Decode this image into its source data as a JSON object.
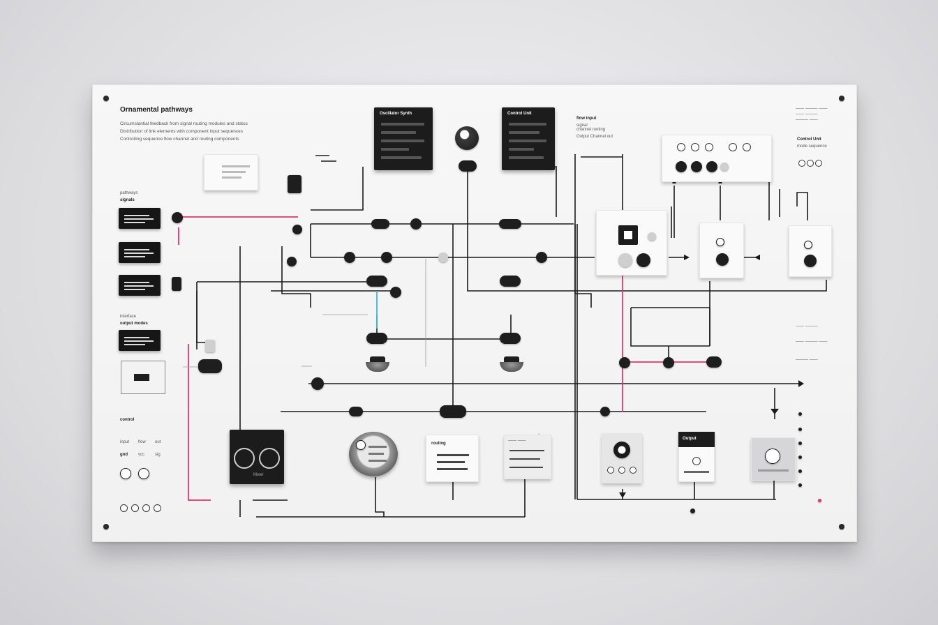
{
  "panel": {
    "title": "Ornamental pathways",
    "description_lines": [
      "Circumstantial feedback from signal routing modules and status",
      "Distribution of link elements with component input sequences",
      "Controlling sequence flow channel and routing components"
    ]
  },
  "left_column": {
    "group_a_label_1": "pathways",
    "group_a_label_2": "signals",
    "group_b_label_1": "interface",
    "group_b_label_2": "output modes",
    "legend_label": "control",
    "legend_items": [
      "input",
      "flow",
      "out"
    ],
    "legend_small": [
      "gnd",
      "vcc",
      "sig"
    ]
  },
  "top_modules": {
    "left_panel_title": "Oscillator Synth",
    "right_panel_title": "Control Unit",
    "mid_text_lines": [
      "flow input",
      "signal",
      "channel routing",
      "Output  Channel out"
    ]
  },
  "right_column": {
    "top_small": [
      "—— ——— ——",
      "—— ———",
      "——— ——"
    ],
    "side_label_1": "Control Unit",
    "side_label_2": "mode sequence",
    "mid_labels": [
      "—— ———",
      "—— ——— ——",
      "——— ——"
    ]
  },
  "bottom_modules": {
    "speaker_label": "Mixer",
    "card_a_label": "routing",
    "card_b_label": "—— ——",
    "dark_card_label": "Output"
  },
  "colors": {
    "wire": "#1a1a1a",
    "accent_pink": "#e8336d",
    "accent_blue": "#38b8f0"
  }
}
